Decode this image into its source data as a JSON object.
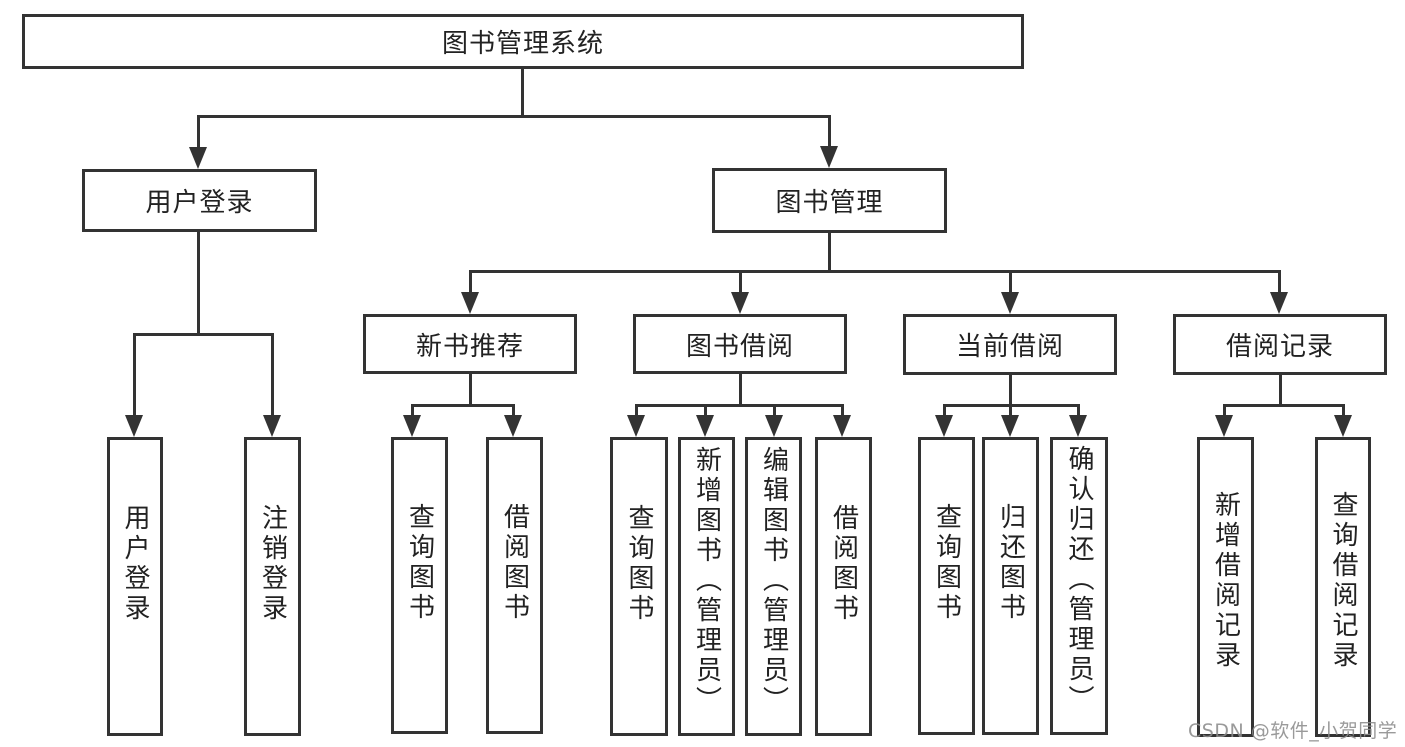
{
  "tree": {
    "root": {
      "label": "图书管理系统",
      "children": [
        {
          "label": "用户登录",
          "children": [
            {
              "label": "用户登录"
            },
            {
              "label": "注销登录"
            }
          ]
        },
        {
          "label": "图书管理",
          "children": [
            {
              "label": "新书推荐",
              "children": [
                {
                  "label": "查询图书"
                },
                {
                  "label": "借阅图书"
                }
              ]
            },
            {
              "label": "图书借阅",
              "children": [
                {
                  "label": "查询图书"
                },
                {
                  "label": "新增图书（管理员）"
                },
                {
                  "label": "编辑图书（管理员）"
                },
                {
                  "label": "借阅图书"
                }
              ]
            },
            {
              "label": "当前借阅",
              "children": [
                {
                  "label": "查询图书"
                },
                {
                  "label": "归还图书"
                },
                {
                  "label": "确认归还（管理员）"
                }
              ]
            },
            {
              "label": "借阅记录",
              "children": [
                {
                  "label": "新增借阅记录"
                },
                {
                  "label": "查询借阅记录"
                }
              ]
            }
          ]
        }
      ]
    }
  },
  "watermark": {
    "text": "CSDN @软件_小贺同学",
    "color": "#8c8c8c"
  },
  "colors": {
    "line": "#333333",
    "box_background": "#ffffff",
    "text": "#222222",
    "page_background": "#ffffff"
  }
}
